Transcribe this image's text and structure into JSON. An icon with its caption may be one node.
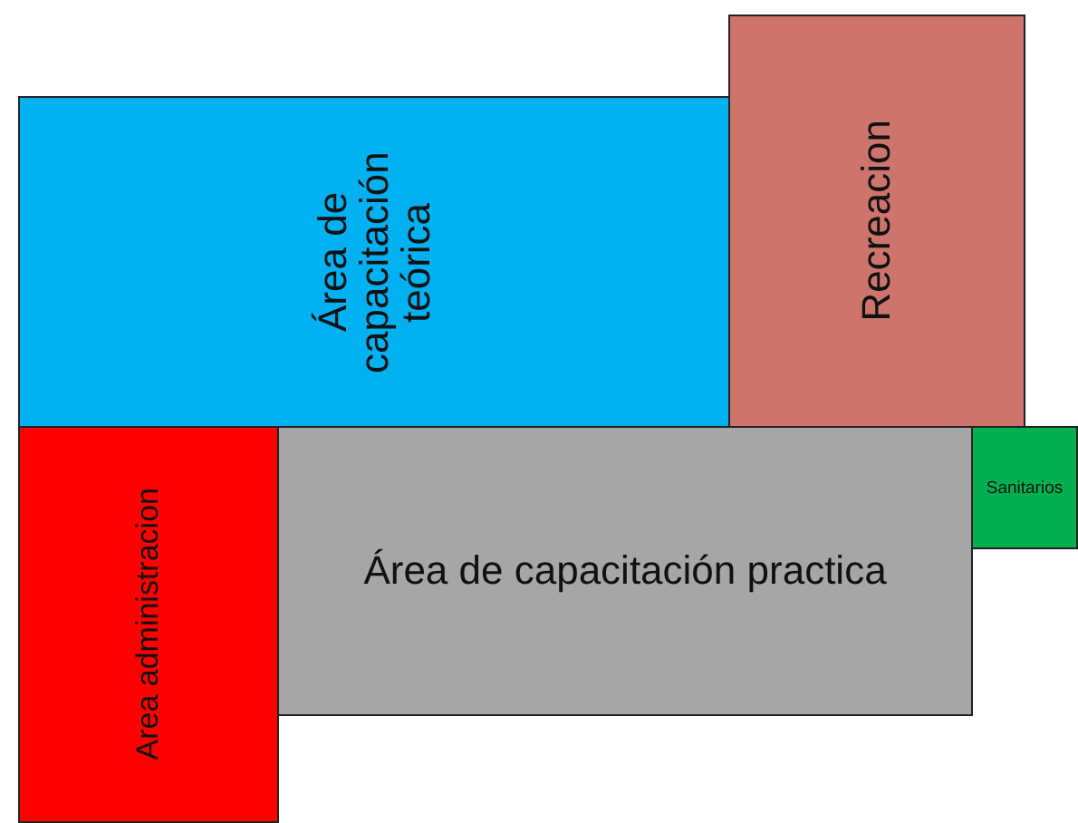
{
  "diagram": {
    "nodes": [
      {
        "text": [
          "Área de capacitación teórica"
        ]
      },
      {
        "text": [
          "Recreacion"
        ]
      },
      {
        "text": [
          "Sanitarios"
        ]
      },
      {
        "text": [
          "Area administracion"
        ]
      },
      {
        "text": [
          "Área de capacitación practica"
        ]
      }
    ]
  }
}
